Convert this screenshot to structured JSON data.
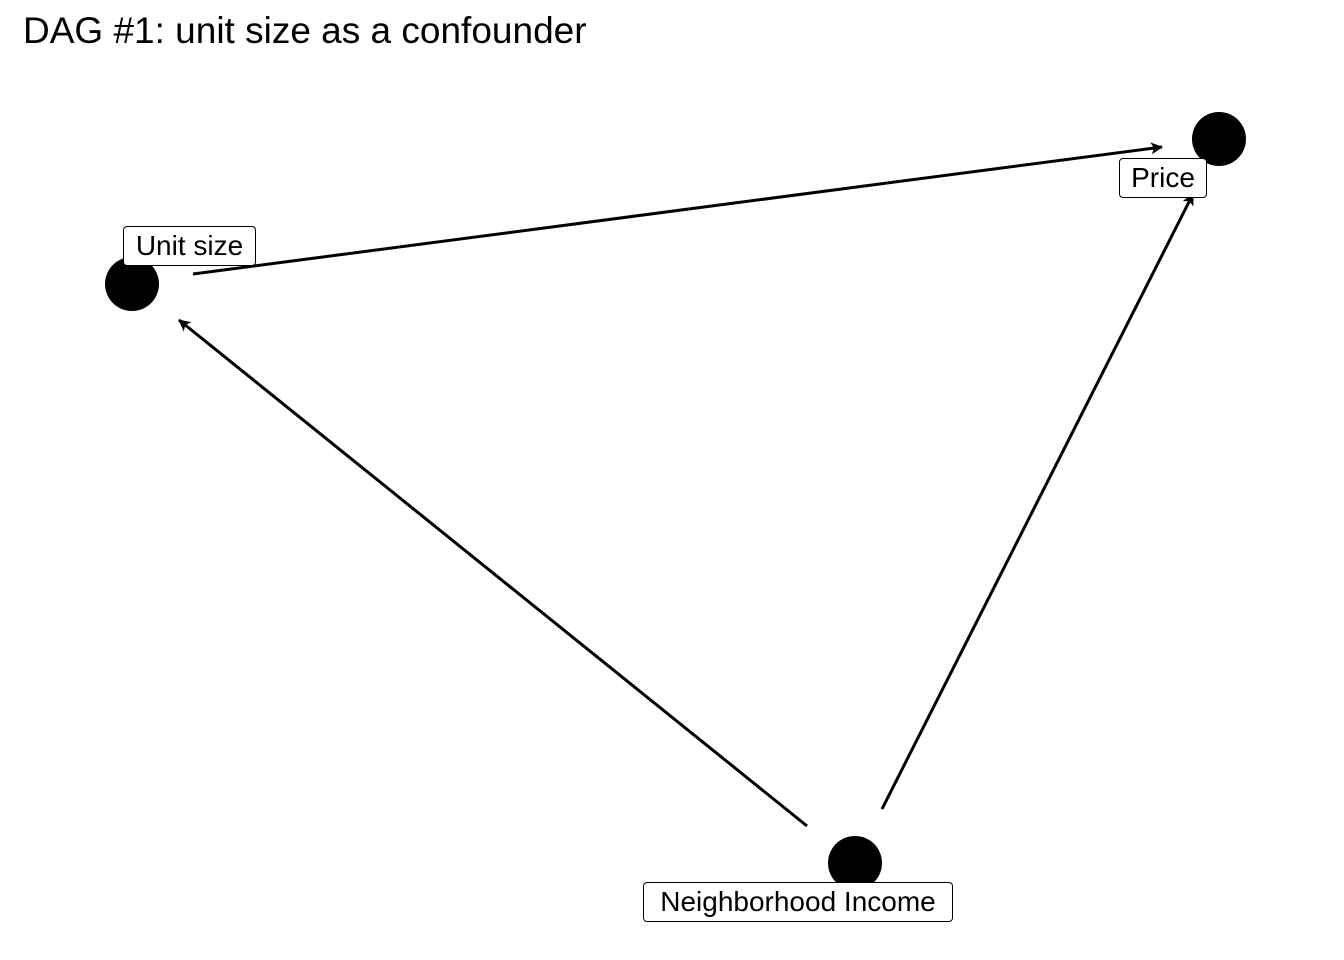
{
  "title": "DAG #1: unit size as a confounder",
  "colors": {
    "node": "#000000",
    "edge": "#000000",
    "label_bg": "#ffffff",
    "label_border": "#000000"
  },
  "nodes": [
    {
      "id": "unit_size",
      "label": "Unit size"
    },
    {
      "id": "price",
      "label": "Price"
    },
    {
      "id": "neighborhood_income",
      "label": "Neighborhood Income"
    }
  ],
  "edges": [
    {
      "from": "unit_size",
      "to": "price"
    },
    {
      "from": "neighborhood_income",
      "to": "unit_size"
    },
    {
      "from": "neighborhood_income",
      "to": "price"
    }
  ]
}
